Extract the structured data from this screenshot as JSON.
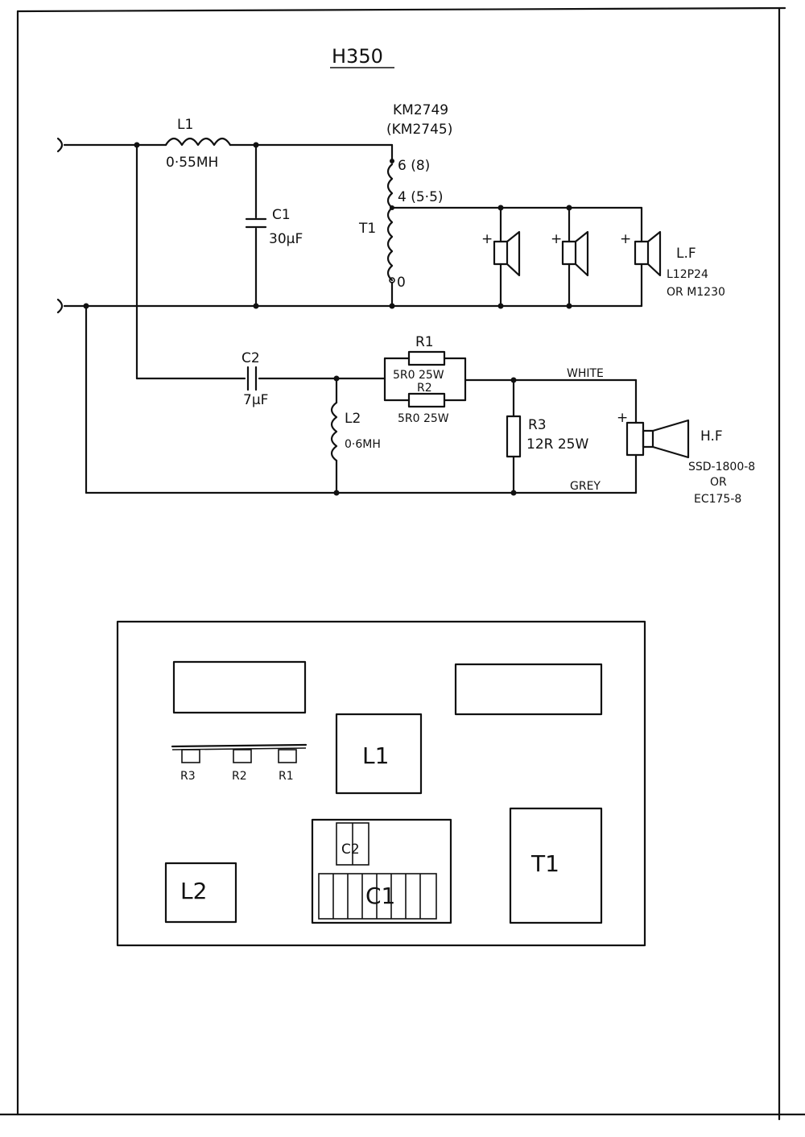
{
  "title": "H350",
  "schematic": {
    "l1": {
      "ref": "L1",
      "value": "0·55MH"
    },
    "c1": {
      "ref": "C1",
      "value": "30µF"
    },
    "t1": {
      "ref": "T1",
      "part": "KM2749",
      "alt_part": "(KM2745)",
      "tap_6": "6 (8)",
      "tap_4": "4 (5·5)",
      "tap_0": "0"
    },
    "lf": {
      "label": "L.F",
      "model": "L12P24",
      "alt": "OR M1230",
      "polarity": "+"
    },
    "c2": {
      "ref": "C2",
      "value": "7µF"
    },
    "l2": {
      "ref": "L2",
      "value": "0·6MH"
    },
    "r1": {
      "ref": "R1",
      "value": "5R0 25W"
    },
    "r2": {
      "ref": "R2",
      "value": "5R0 25W"
    },
    "r3": {
      "ref": "R3",
      "value": "12R 25W"
    },
    "hf": {
      "label": "H.F",
      "model": "SSD-1800-8",
      "or": "OR",
      "alt": "EC175-8",
      "polarity": "+"
    },
    "wire_white": "WHITE",
    "wire_grey": "GREY"
  },
  "layout_board": {
    "l1": "L1",
    "l2": "L2",
    "t1": "T1",
    "c1": "C1",
    "c2": "C2",
    "resistors": [
      "R3",
      "R2",
      "R1"
    ]
  }
}
